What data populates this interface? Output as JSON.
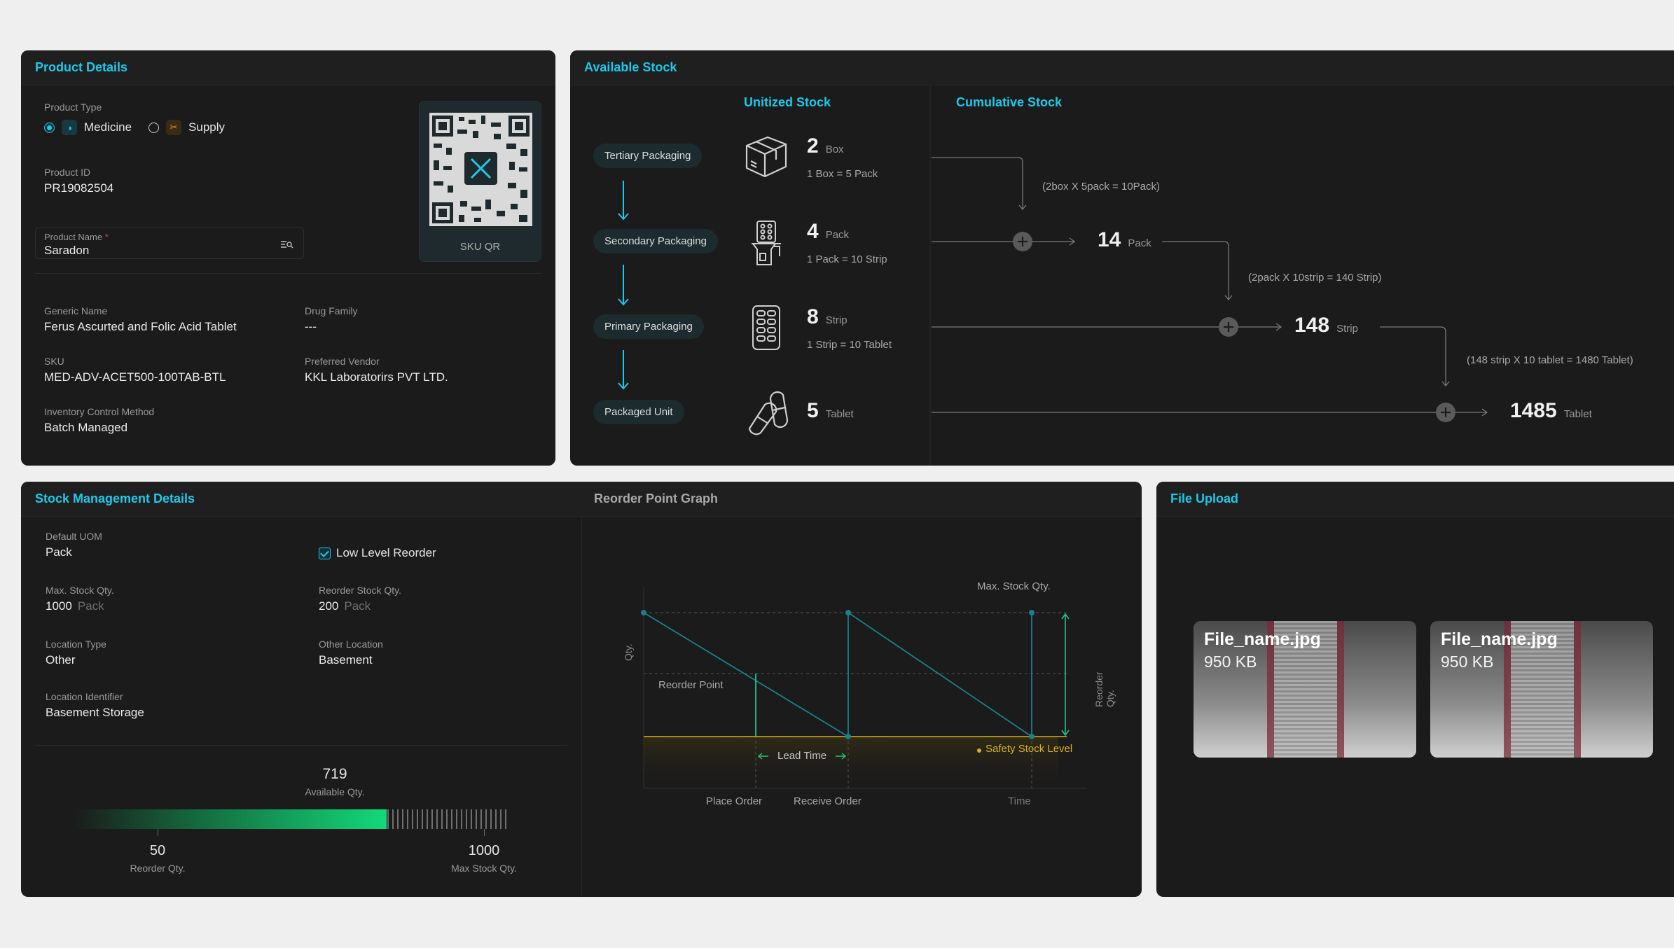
{
  "product_details": {
    "title": "Product Details",
    "product_type_label": "Product Type",
    "type_options": [
      "Medicine",
      "Supply"
    ],
    "product_id_label": "Product ID",
    "product_id": "PR19082504",
    "product_name_label": "Product Name",
    "product_name_required": "*",
    "product_name": "Saradon",
    "qr_caption": "SKU QR",
    "generic_name_label": "Generic Name",
    "generic_name": "Ferus Ascurted and Folic Acid Tablet",
    "drug_family_label": "Drug Family",
    "drug_family": "---",
    "sku_label": "SKU",
    "sku": "MED-ADV-ACET500-100TAB-BTL",
    "vendor_label": "Preferred Vendor",
    "vendor": "KKL Laboratorirs PVT LTD.",
    "inventory_method_label": "Inventory Control Method",
    "inventory_method": "Batch Managed",
    "accent_color": "#1ec8e8"
  },
  "available_stock": {
    "title": "Available Stock",
    "unitized_title": "Unitized Stock",
    "cumulative_title": "Cumulative Stock",
    "levels": [
      {
        "packaging": "Tertiary Packaging",
        "qty": "2",
        "unit": "Box",
        "conversion": "1 Box = 5 Pack",
        "icon": "box-icon"
      },
      {
        "packaging": "Secondary Packaging",
        "qty": "4",
        "unit": "Pack",
        "conversion": "1 Pack = 10 Strip",
        "icon": "pack-icon"
      },
      {
        "packaging": "Primary Packaging",
        "qty": "8",
        "unit": "Strip",
        "conversion": "1 Strip = 10 Tablet",
        "icon": "strip-icon"
      },
      {
        "packaging": "Packaged Unit",
        "qty": "5",
        "unit": "Tablet",
        "conversion": "",
        "icon": "pills-icon"
      }
    ],
    "cumulative": [
      {
        "formula": "(2box X 5pack = 10Pack)",
        "qty": "14",
        "unit": "Pack"
      },
      {
        "formula": "(2pack X 10strip = 140 Strip)",
        "qty": "148",
        "unit": "Strip"
      },
      {
        "formula": "(148 strip X 10 tablet = 1480 Tablet)",
        "qty": "1485",
        "unit": "Tablet"
      }
    ]
  },
  "stock_management": {
    "title": "Stock Management Details",
    "default_uom_label": "Default UOM",
    "default_uom": "Pack",
    "low_level_reorder_label": "Low Level Reorder",
    "low_level_reorder_checked": true,
    "max_stock_label": "Max. Stock Qty.",
    "max_stock": "1000",
    "max_stock_unit": "Pack",
    "reorder_stock_label": "Reorder Stock Qty.",
    "reorder_stock": "200",
    "reorder_stock_unit": "Pack",
    "location_type_label": "Location Type",
    "location_type": "Other",
    "other_location_label": "Other Location",
    "other_location": "Basement",
    "location_identifier_label": "Location Identifier",
    "location_identifier": "Basement Storage",
    "available_qty": "719",
    "available_qty_label": "Available Qty.",
    "available_fraction": 0.719,
    "reorder_qty": "50",
    "reorder_qty_label": "Reorder Qty.",
    "max_qty": "1000",
    "max_qty_label": "Max Stock Qty."
  },
  "reorder_graph": {
    "title": "Reorder Point Graph",
    "max_stock_label": "Max. Stock Qty.",
    "y_label": "Qty.",
    "right_label": "Reorder Qty.",
    "reorder_point_label": "Reorder Point",
    "lead_time_label": "Lead Time",
    "safety_stock_label": "Safety Stock Level",
    "x_labels": [
      "Place Order",
      "Receive Order",
      "Time"
    ],
    "line_color": "#1b7f8c",
    "safety_color": "#d6b01e"
  },
  "file_upload": {
    "title": "File Upload",
    "files": [
      {
        "name": "File_name.jpg",
        "size": "950 KB"
      },
      {
        "name": "File_name.jpg",
        "size": "950 KB"
      }
    ]
  }
}
